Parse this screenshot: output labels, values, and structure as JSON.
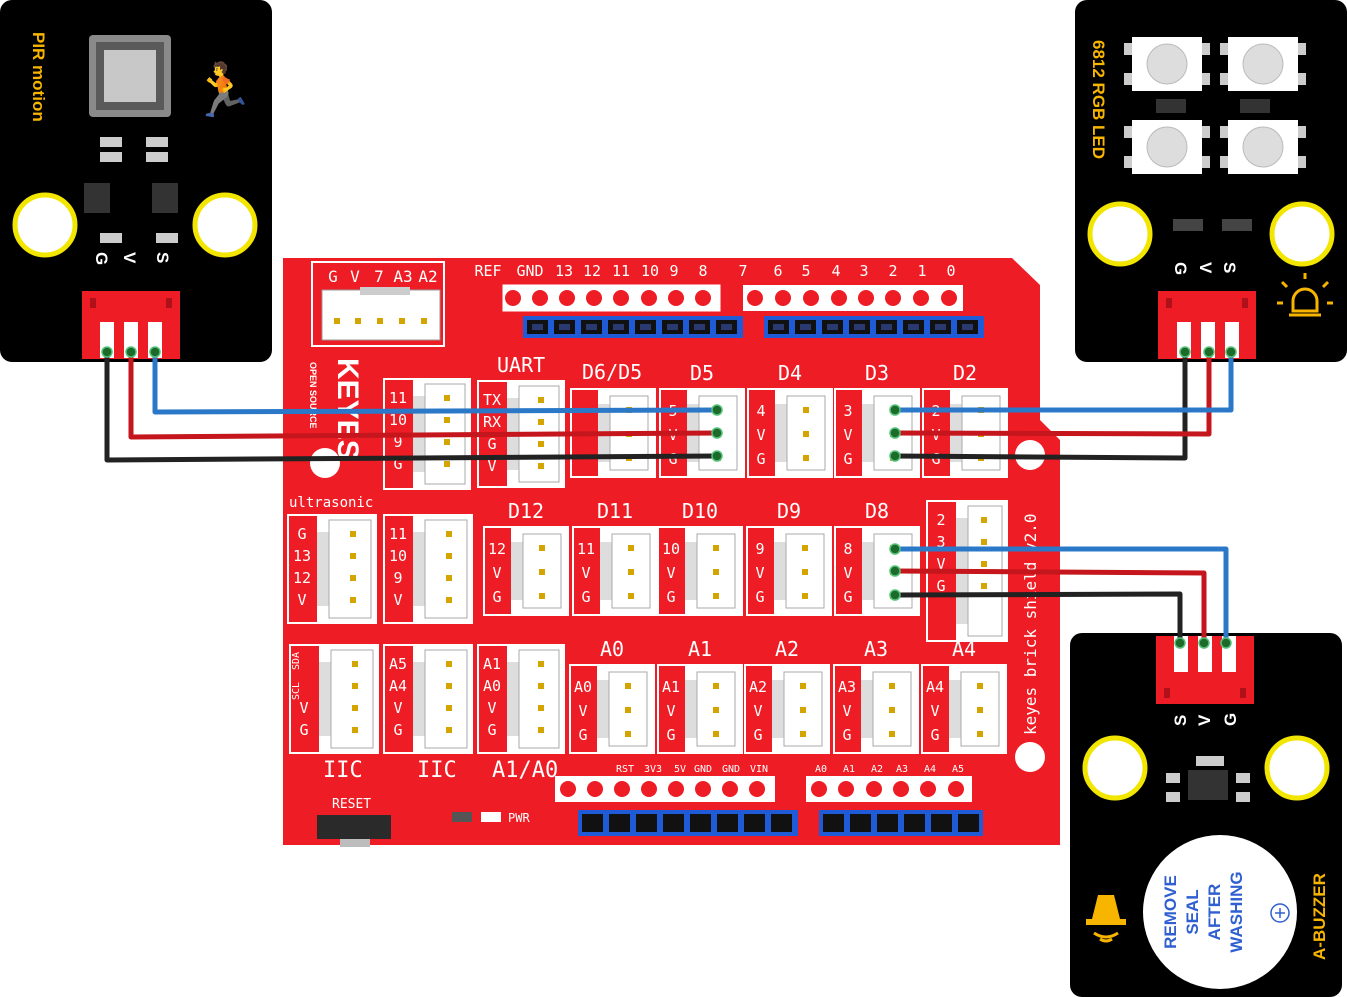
{
  "board": {
    "name": "keyes brick shield v2.0",
    "brand": "KEYES",
    "open_source": "OPEN SOURCE",
    "top_header_labels": [
      "REF",
      "GND",
      "13",
      "12",
      "11",
      "10",
      "9",
      "8",
      "7",
      "6",
      "5",
      "4",
      "3",
      "2",
      "1",
      "0"
    ],
    "gv_header": [
      "G",
      "V",
      "7",
      "A3",
      "A2"
    ],
    "uart_title": "UART",
    "uart_pins": [
      "TX",
      "RX",
      "G",
      "V"
    ],
    "left_stack_pins": [
      "11",
      "10",
      "9",
      "G"
    ],
    "ultrasonic_title": "ultrasonic",
    "ultrasonic_pins": [
      "G",
      "13",
      "12",
      "V"
    ],
    "ultra2_pins": [
      "11",
      "10",
      "9",
      "V"
    ],
    "d65_title": "D6/D5",
    "row1": [
      {
        "title": "D5",
        "pins": [
          "5",
          "V",
          "G"
        ]
      },
      {
        "title": "D4",
        "pins": [
          "4",
          "V",
          "G"
        ]
      },
      {
        "title": "D3",
        "pins": [
          "3",
          "V",
          "G"
        ]
      },
      {
        "title": "D2",
        "pins": [
          "2",
          "V",
          "G"
        ]
      }
    ],
    "row2": [
      {
        "title": "D12",
        "pins": [
          "12",
          "V",
          "G"
        ]
      },
      {
        "title": "D11",
        "pins": [
          "11",
          "V",
          "G"
        ]
      },
      {
        "title": "D10",
        "pins": [
          "10",
          "V",
          "G"
        ]
      },
      {
        "title": "D9",
        "pins": [
          "9",
          "V",
          "G"
        ]
      },
      {
        "title": "D8",
        "pins": [
          "8",
          "V",
          "G"
        ]
      }
    ],
    "d2_side_pins": [
      "2",
      "3",
      "V",
      "G"
    ],
    "row3": [
      {
        "title": "A0",
        "pins": [
          "A0",
          "V",
          "G"
        ]
      },
      {
        "title": "A1",
        "pins": [
          "A1",
          "V",
          "G"
        ]
      },
      {
        "title": "A2",
        "pins": [
          "A2",
          "V",
          "G"
        ]
      },
      {
        "title": "A3",
        "pins": [
          "A3",
          "V",
          "G"
        ]
      },
      {
        "title": "A4",
        "pins": [
          "A4",
          "V",
          "G"
        ]
      }
    ],
    "iic1_pins": [
      "SDA",
      "SCL",
      "V",
      "G"
    ],
    "iic1_title": "IIC",
    "iic2_pins": [
      "A5",
      "A4",
      "V",
      "G"
    ],
    "iic2_title": "IIC",
    "a1a0_pins": [
      "A1",
      "A0",
      "V",
      "G"
    ],
    "a1a0_title": "A1/A0",
    "power_header": [
      "RST",
      "3V3",
      "5V",
      "GND",
      "GND",
      "VIN"
    ],
    "analog_header": [
      "A0",
      "A1",
      "A2",
      "A3",
      "A4",
      "A5"
    ],
    "reset_label": "RESET",
    "pwr_label": "PWR"
  },
  "modules": {
    "pir": {
      "title": "PIR motion",
      "pins": [
        "G",
        "V",
        "S"
      ]
    },
    "rgb": {
      "title": "6812 RGB LED",
      "pins": [
        "G",
        "V",
        "S"
      ]
    },
    "buzzer": {
      "title": "A-BUZZER",
      "pins": [
        "S",
        "V",
        "G"
      ],
      "sticker": [
        "REMOVE",
        "SEAL",
        "AFTER",
        "WASHING"
      ]
    }
  },
  "colors": {
    "board": "#ee1c24",
    "module": "#000000",
    "signal_wire": "#2b78c8",
    "power_wire": "#c4161c",
    "ground_wire": "#222222",
    "module_title": "#f7b500"
  }
}
